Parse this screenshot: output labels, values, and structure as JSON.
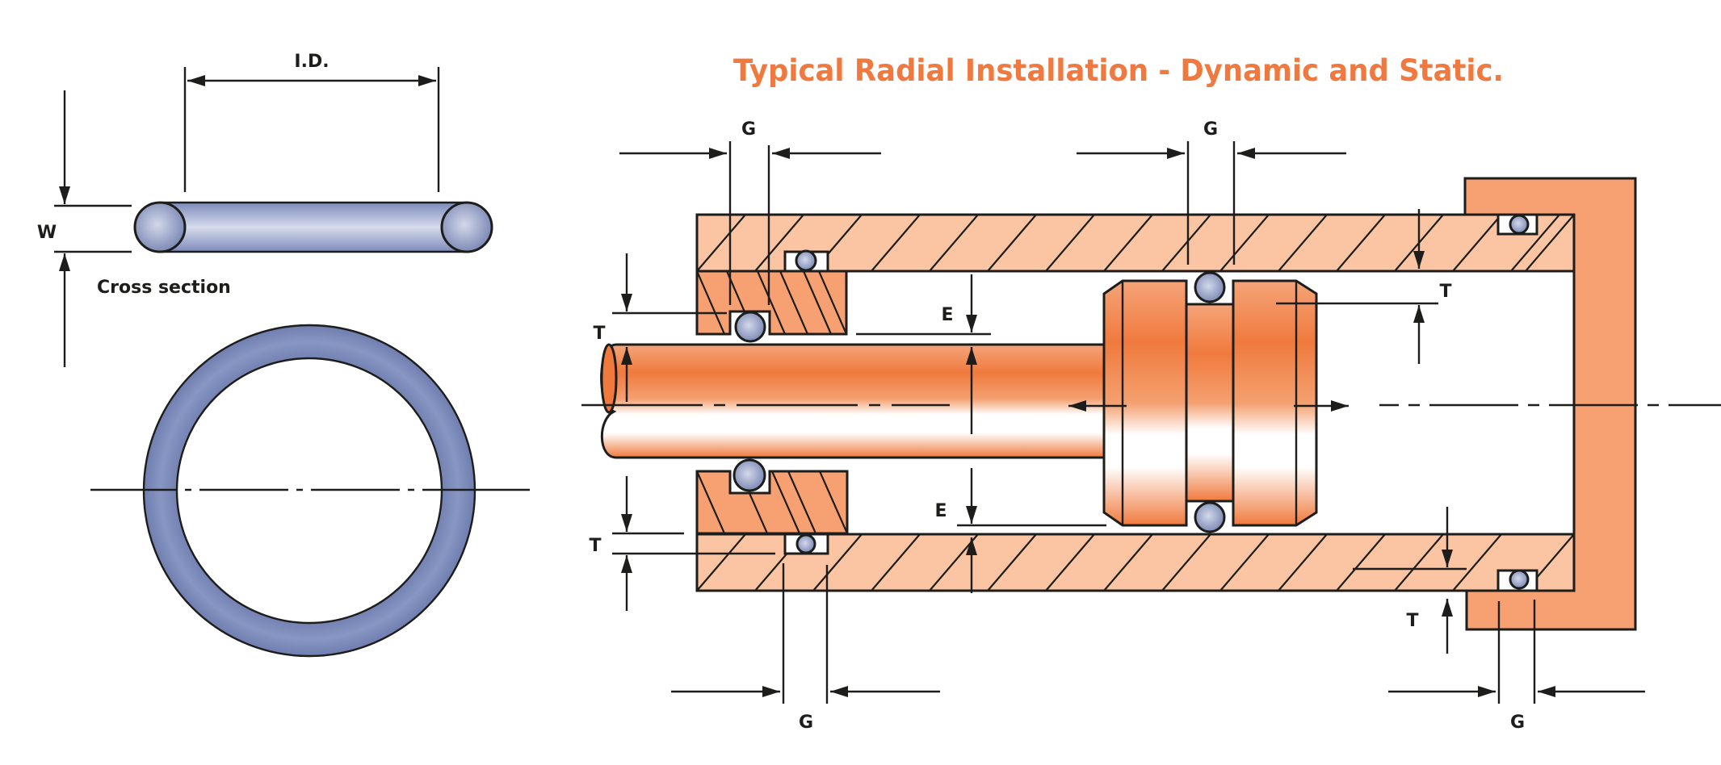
{
  "title": "Typical Radial Installation - Dynamic and Static.",
  "colors": {
    "title": "#F0793F",
    "housing_fill": "#FBC5A3",
    "gland_fill": "#F7A072",
    "end_cap_fill": "#F7A072",
    "rod_orange": "#F07A3D",
    "oring_blue": "#7684B1",
    "oring_highlight": "#D3D8EA",
    "line": "#1D1D1B"
  },
  "oring_figure": {
    "id_label": "I.D.",
    "width_label": "W",
    "cross_section_label": "Cross section"
  },
  "installation_figure": {
    "labels": {
      "gland_groove_top": "G",
      "piston_groove_top": "G",
      "rod_gap_top": "T",
      "rod_gap_bottom": "T",
      "extrusion_gap_top": "E",
      "extrusion_gap_bottom": "E",
      "piston_gap_top": "T",
      "static_gap_bottom_right": "T",
      "static_groove_bottom_left": "G",
      "static_groove_bottom_right": "G"
    }
  }
}
